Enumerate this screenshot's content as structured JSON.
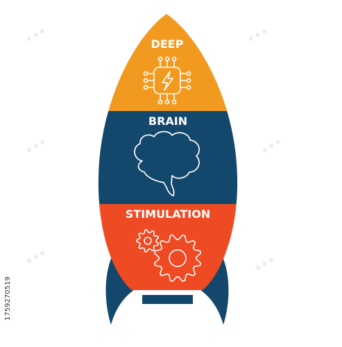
{
  "sections": [
    {
      "label": "DEEP",
      "icon": "microchip-lightning-icon",
      "color": "#f29a1f"
    },
    {
      "label": "BRAIN",
      "icon": "brain-icon",
      "color": "#13476b"
    },
    {
      "label": "STIMULATION",
      "icon": "gears-icon",
      "color": "#ee4a23"
    }
  ],
  "fins_color": "#13476b",
  "nozzle_color": "#13476b",
  "icon_stroke_color": "#ffffff",
  "watermark_id": "1759270519"
}
